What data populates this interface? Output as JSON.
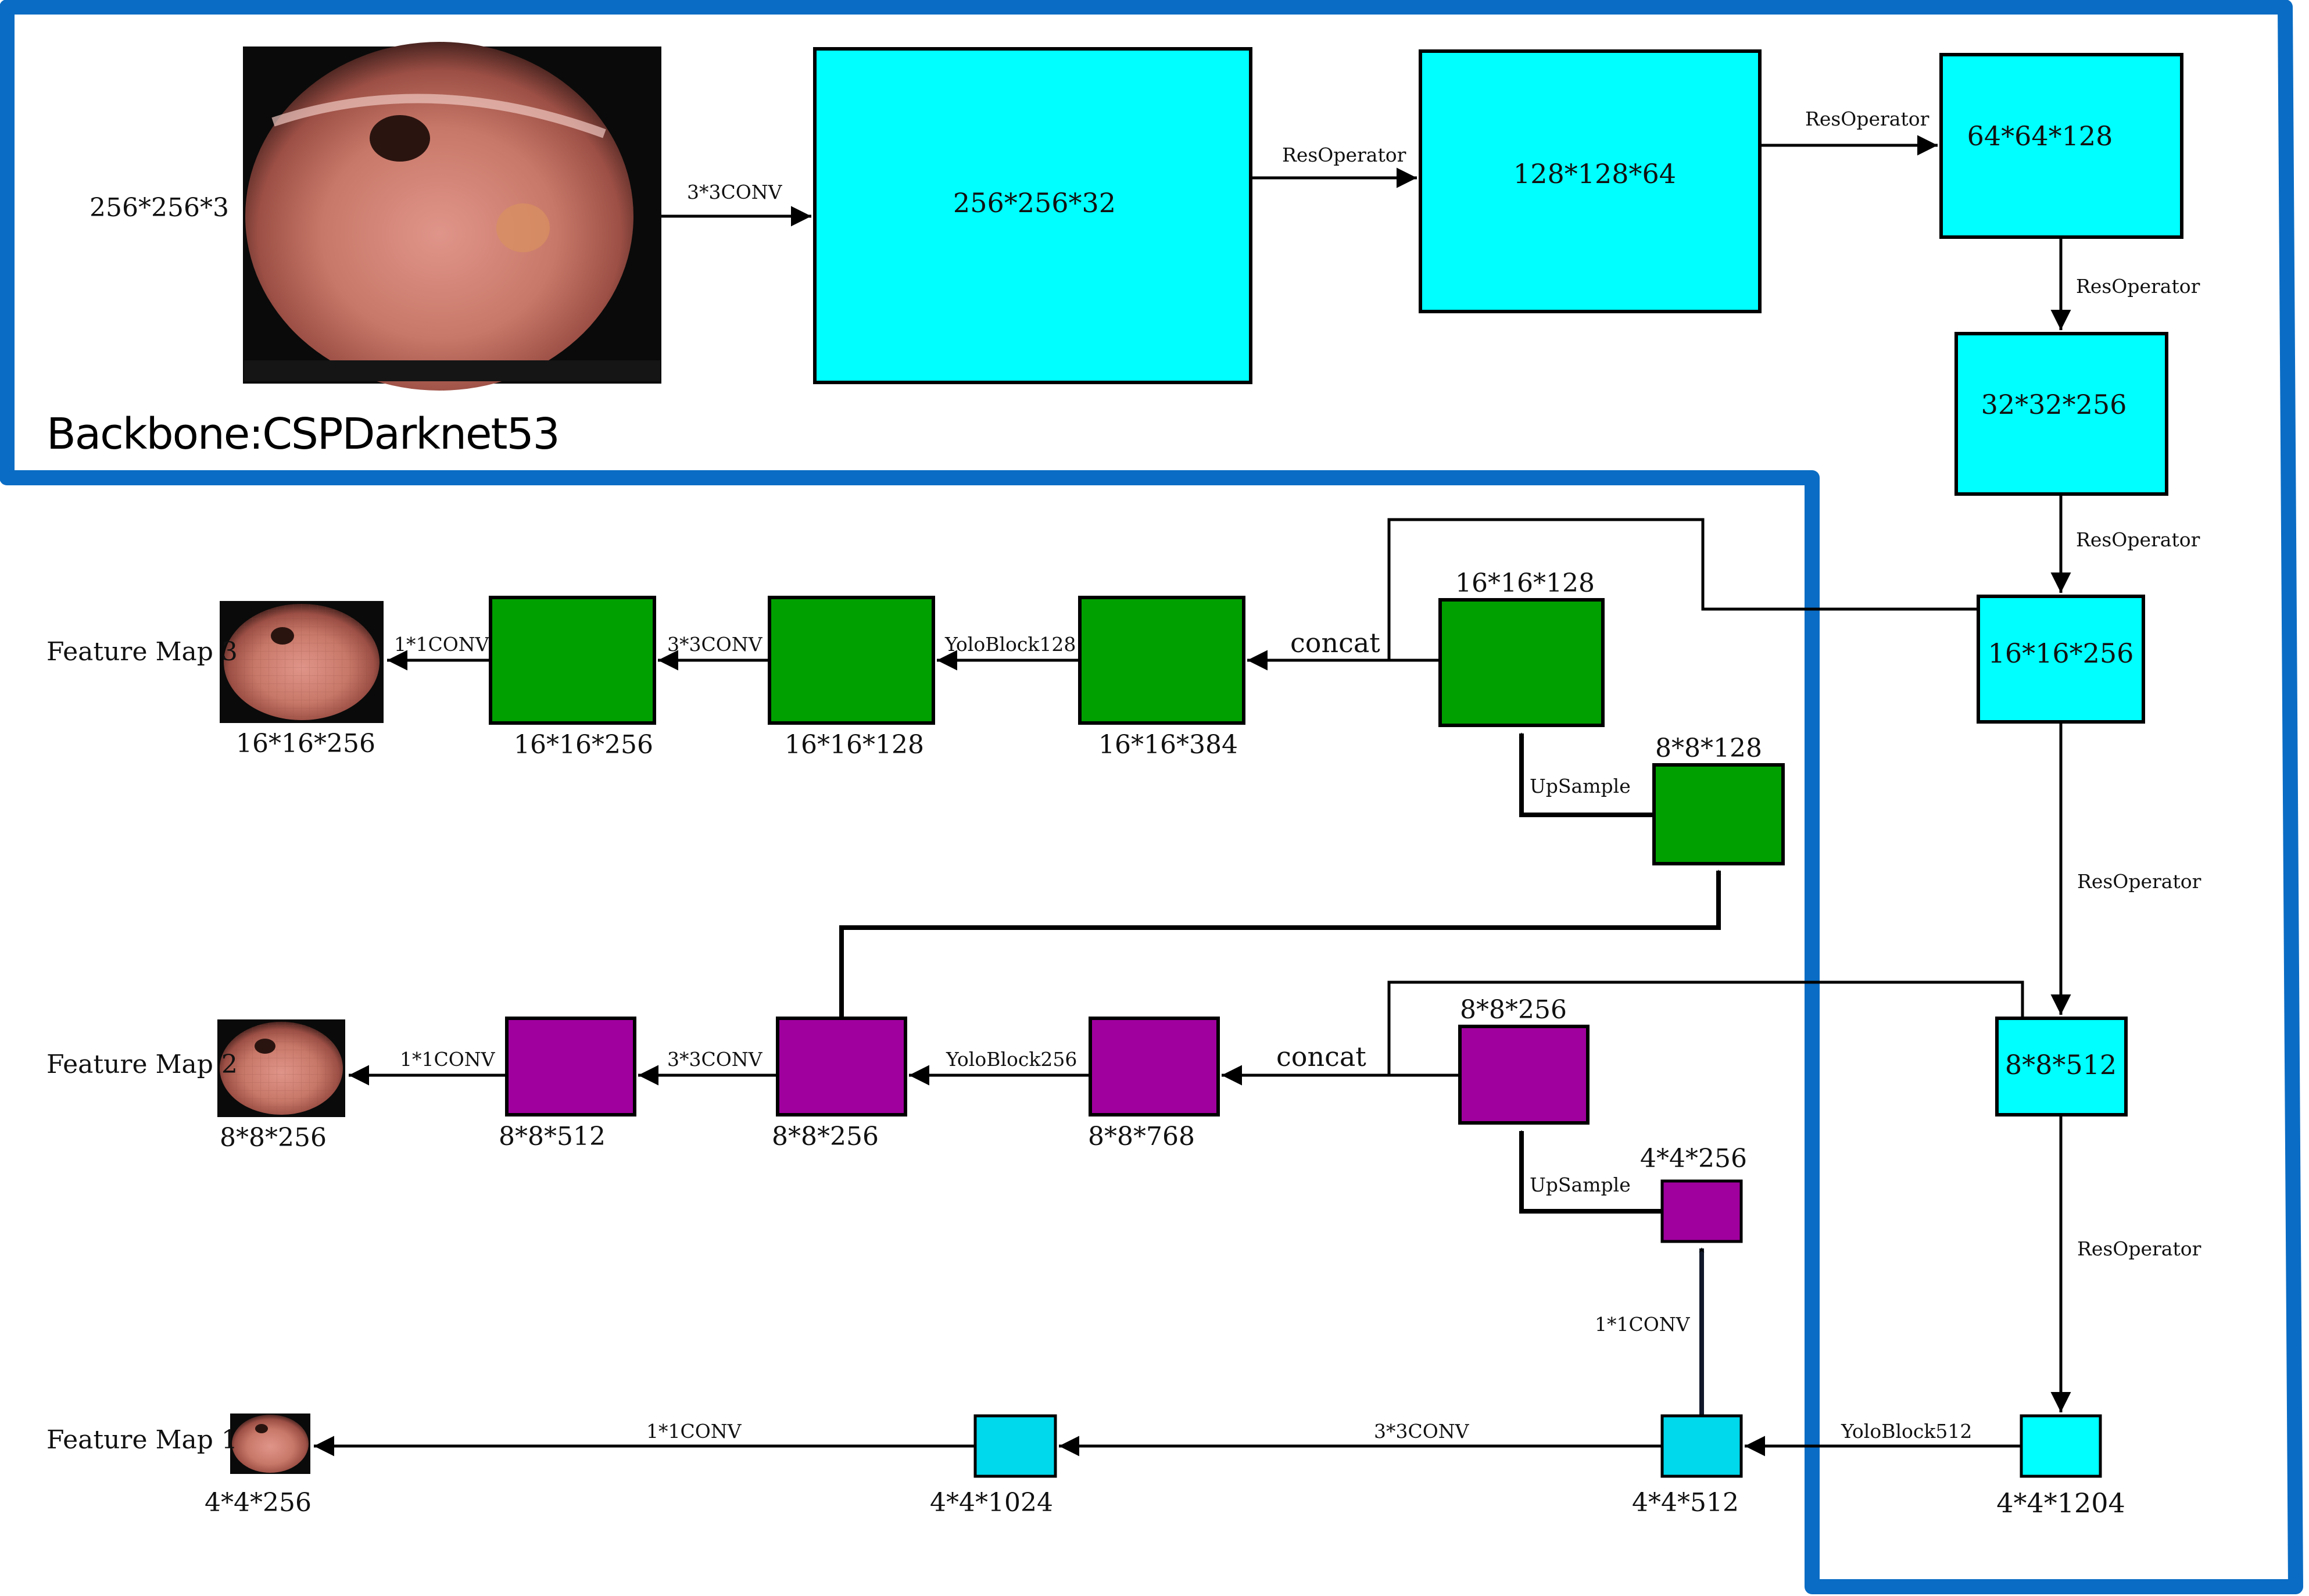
{
  "colors": {
    "cyan": "#00ffff",
    "cyan_dark": "#00d8ec",
    "green": "#00a000",
    "purple": "#a0009e",
    "blue_outline": "#0a6cc4",
    "tissue": "#c87868",
    "arrow_dark": "#10182a"
  },
  "backbone": {
    "title": "Backbone:CSPDarknet53",
    "input_label": "256*256*3",
    "boxes": {
      "b256": "256*256*32",
      "b128": "128*128*64",
      "b64": "64*64*128",
      "b32": "32*32*256",
      "b16": "16*16*256",
      "b8": "8*8*512",
      "b4": "4*4*1204"
    },
    "edges": {
      "conv_input": "3*3CONV",
      "res1": "ResOperator",
      "res2": "ResOperator",
      "res3": "ResOperator",
      "res4": "ResOperator",
      "res5": "ResOperator",
      "res6": "ResOperator"
    }
  },
  "branch_high": {
    "feature_map_label": "Feature Map 3",
    "output_size": "16*16*256",
    "box_conv1": "16*16*256",
    "box_conv3": "16*16*128",
    "box_concat": "16*16*384",
    "box_skip": "16*16*128",
    "box_up": "8*8*128",
    "edge_1x1": "1*1CONV",
    "edge_3x3": "3*3CONV",
    "edge_yolo": "YoloBlock128",
    "edge_concat": "concat",
    "edge_upsample": "UpSample"
  },
  "branch_mid": {
    "feature_map_label": "Feature Map 2",
    "output_size": "8*8*256",
    "box_conv1": "8*8*512",
    "box_conv3": "8*8*256",
    "box_concat": "8*8*768",
    "box_skip": "8*8*256",
    "box_up": "4*4*256",
    "edge_1x1": "1*1CONV",
    "edge_3x3": "3*3CONV",
    "edge_yolo": "YoloBlock256",
    "edge_concat": "concat",
    "edge_upsample": "UpSample",
    "edge_side_conv": "1*1CONV"
  },
  "branch_low": {
    "feature_map_label": "Feature Map 1",
    "output_size": "4*4*256",
    "box_conv1": "4*4*1024",
    "box_yolo": "4*4*512",
    "edge_1x1": "1*1CONV",
    "edge_3x3": "3*3CONV",
    "edge_yolo": "YoloBlock512"
  }
}
